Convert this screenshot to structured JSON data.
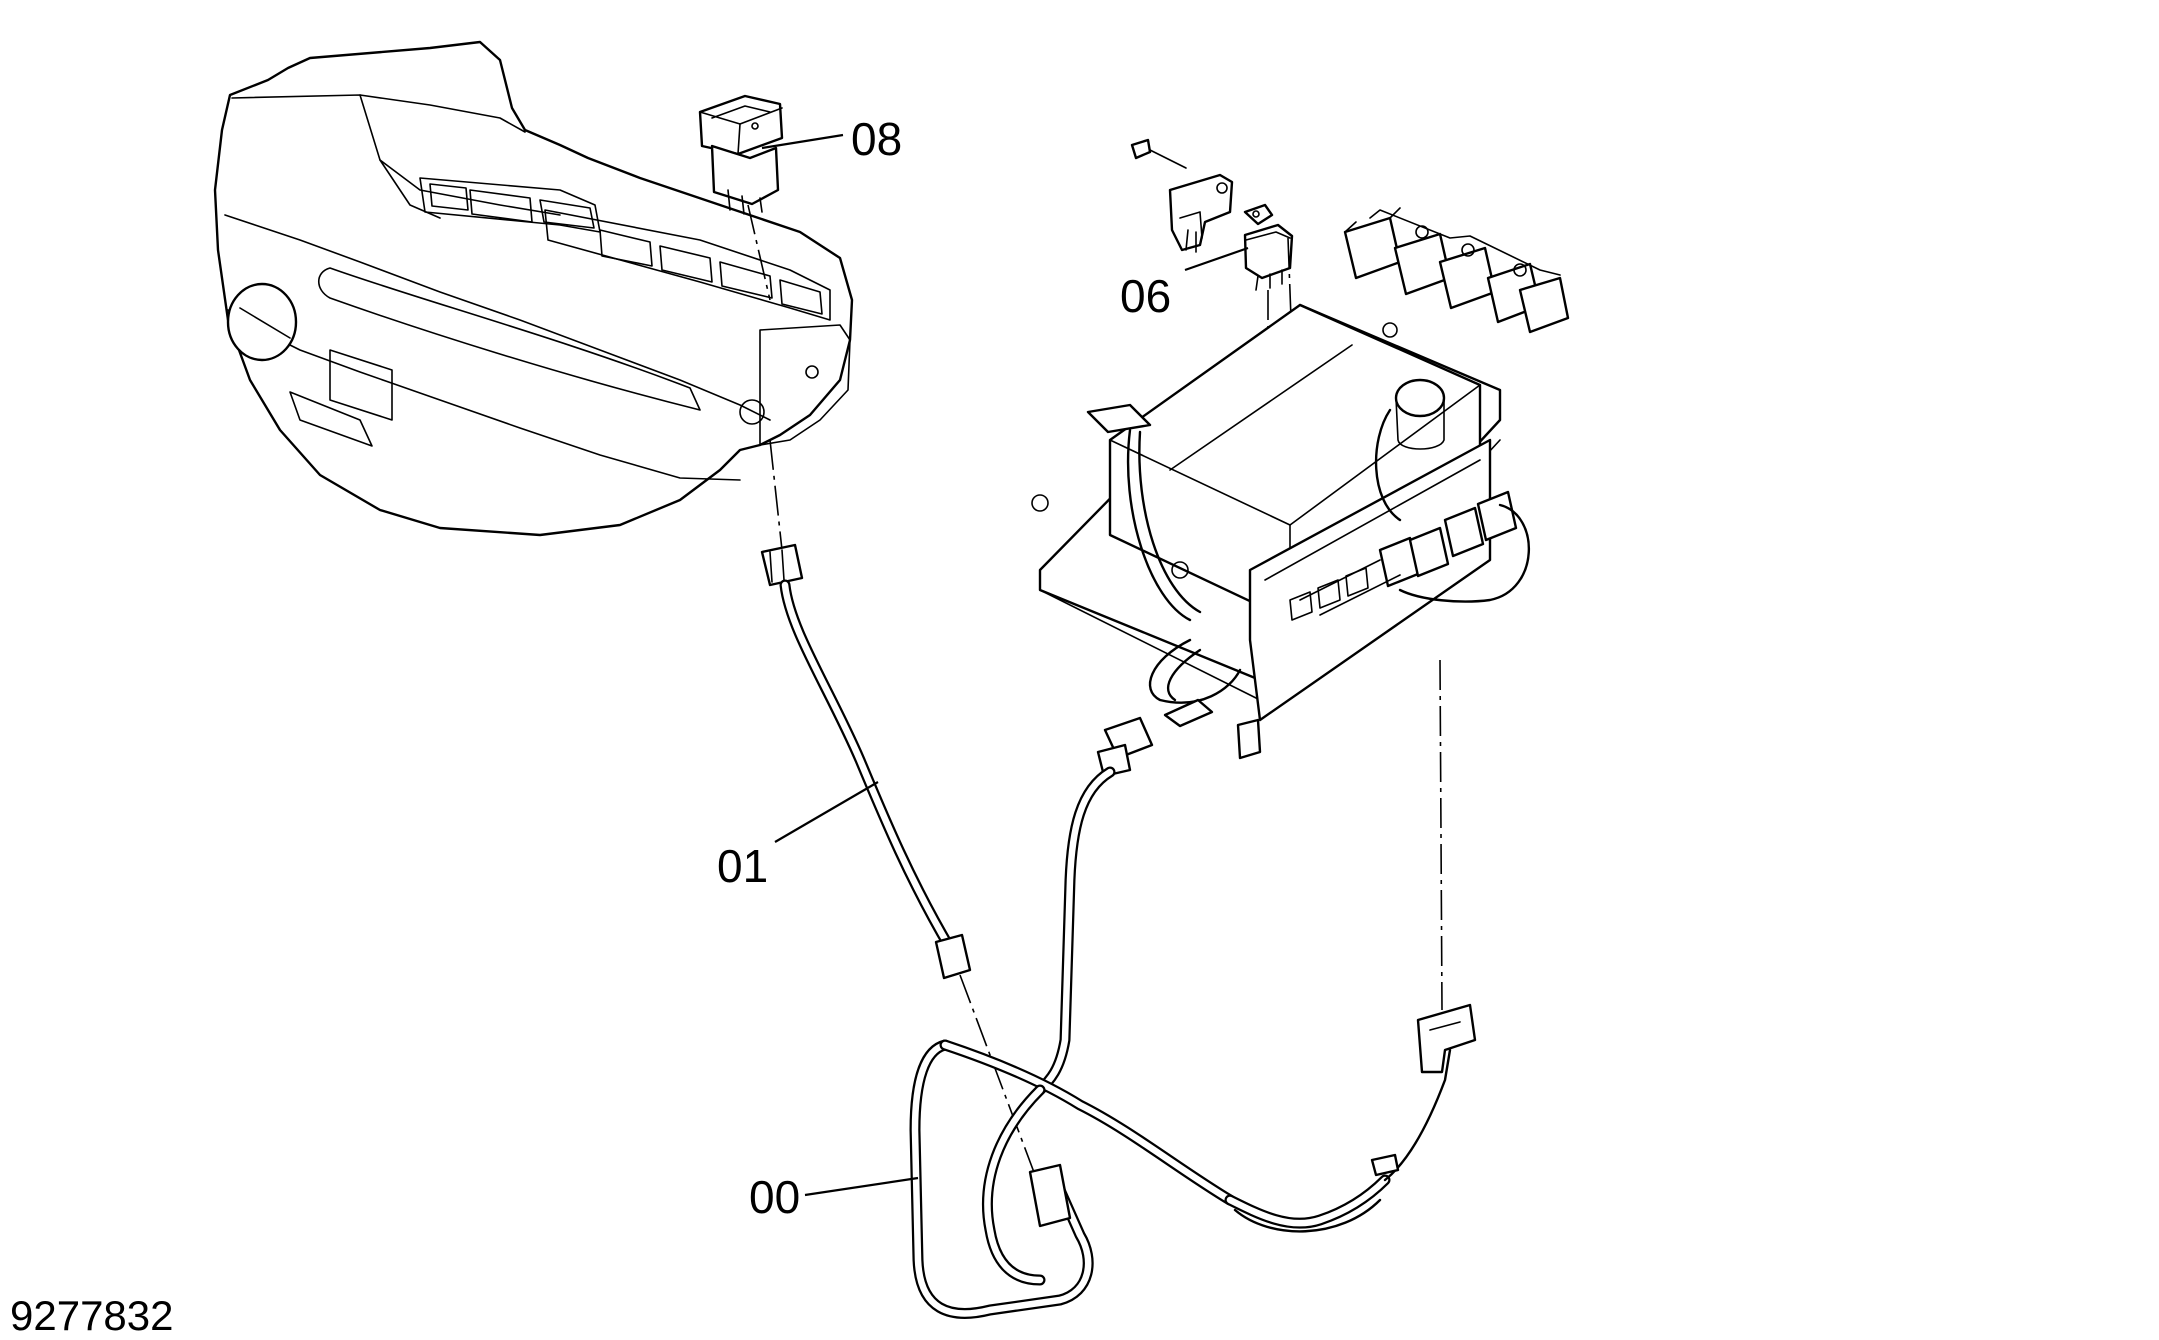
{
  "callouts": {
    "c08": "08",
    "c06": "06",
    "c01": "01",
    "c00": "00"
  },
  "document_number": "9277832",
  "parts": [
    {
      "id": "console",
      "label": "operator console housing"
    },
    {
      "id": "switch",
      "label": "rocker switch",
      "callout": "08"
    },
    {
      "id": "relay",
      "label": "relay",
      "callout": "06"
    },
    {
      "id": "harness-01",
      "label": "switch harness",
      "callout": "01"
    },
    {
      "id": "harness-00",
      "label": "main wiring harness",
      "callout": "00"
    },
    {
      "id": "fuse-box",
      "label": "relay / fuse box assembly"
    }
  ]
}
